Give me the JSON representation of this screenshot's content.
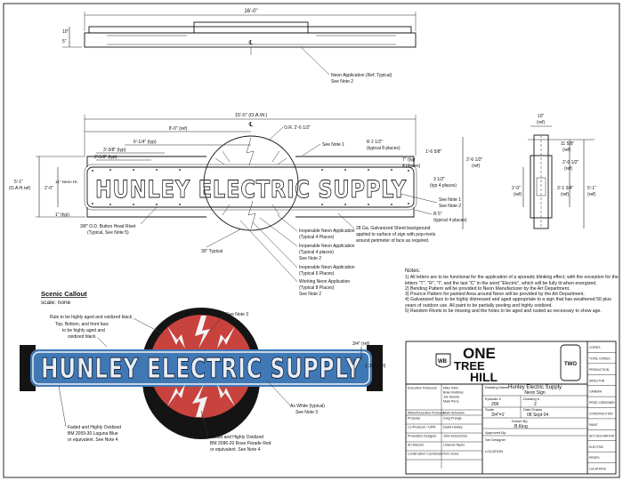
{
  "top_view": {
    "overall": "16'-0\"",
    "left_dim1": "10\"",
    "left_dim2": "5\"",
    "note": "Neon Application (Ref, Typical)",
    "see": "See Note 2"
  },
  "front_view": {
    "oaw": "15'-0\" (O.A.W.)",
    "d8": "8'-0\" (ref)",
    "d614": "6'-1/4\" (typ)",
    "d338": "3'-3/8\" (typ)",
    "d258": "2'-5/8\" (typ)",
    "od": "O.R. 2'-6 1/2\"",
    "see_note1": "See Note 1",
    "r212": "R 2 1/2\"",
    "r212b": "(typical 8 places)",
    "d158": "1'-6 5/8\"",
    "d7": "7\" (typ",
    "d7b": "4 places)",
    "d2612": "2'-6 1/2\"",
    "d2612b": "(ref)",
    "d312": "3 1/2\"",
    "d312b": "(typ 4 places)",
    "left_oh": "5'-1\"",
    "left_oh2": "(O.A.H.ref)",
    "neon_ht": "2'-0\"",
    "neon_ht2": "11\" Neon Ht.",
    "d1": "1\" (typ)",
    "rivet": "3/8\" O.D. Button Head Rivet",
    "rivet2": "(Typical, See Note 5)",
    "note1a": "See Note 1",
    "note1b": "See Note 2",
    "r5": "R 5\"",
    "r5b": "(typical 4 places)",
    "galv": "28 Ga. Galvanized Sheet background",
    "galv2": "applied to surface of sign with pop-rivets",
    "galv3": "around perimeter of face as required.",
    "inop1": "Inoperable Neon Application",
    "inop1b": "(Typical 4 Places)",
    "inop2": "Inoperable Neon Application",
    "inop2b": "(Typical 4 places)",
    "inop2c": "See Note 2",
    "inop3": "Inoperable Neon Application",
    "inop3b": "(Typical 6 Places)",
    "work": "Working Neon Application",
    "work2": "(Typical 8 Places)",
    "work3": "See Note 2",
    "d30": "30\" Typical",
    "sign_text": "HUNLEY ELECTRIC SUPPLY"
  },
  "side_view": {
    "d10": "10\"",
    "d10b": "(ref)",
    "d1158": "11 5/8\"",
    "d1158b": "(ref)",
    "d2612": "2'-6 1/2\"",
    "d2612b": "(ref)",
    "d20": "2'-0\"",
    "d20b": "(ref)",
    "d3134": "3'-1 3/4\"",
    "d3134b": "(ref)",
    "d51": "5'-1\"",
    "d51b": "(ref)"
  },
  "callout": {
    "title": "Scenic Callout",
    "scale": "scale: none",
    "rule": "Rule to be highly aged and oxidized black",
    "see3": "See Note 3",
    "top": "Top, Bottom, and front face",
    "top2": "to be highly aged and",
    "top3": "oxidized black.",
    "d34": "3/4\" (ref)",
    "d138": "1 3/8\" (ref)",
    "white": "As White (typical)",
    "white2": "See Note 3",
    "faded1": "Faded and Highly Oxidized",
    "faded1b": "BM 2059-30 Laguna Blue",
    "faded1c": "or equivalent. See Note 4",
    "faded2": "Faded and Highly Oxidized",
    "faded2b": "BM 2086-20 Rose Parade Red",
    "faded2c": "or equivalent. See Note 4",
    "sign_text": "HUNLEY ELECTRIC SUPPLY",
    "colors": {
      "blue": "#3f78b5",
      "red": "#c8423e",
      "black": "#141414",
      "white": "#f3f3f3"
    }
  },
  "notes": {
    "title": "Notes:",
    "items": [
      "1) All letters are to be functional for the application of a sporadic blinking effect, with the exception for the letters \"T\", \"R\", \"I\", and the last \"C\" in the word \"Electric\", which will be fully lit when energized.",
      "2) Bending Pattern will be provided to Neon Manufacturer by the Art Department.",
      "3) Pounce Pattern for painted Area around Neon will be provided by the Art Department.",
      "4) Galvanized face to be highly distressed and aged appropriate to a sign that has weathered 50 plus years of outdoor use. All paint to be partially peeling and highly oxidized.",
      "5) Random Rivets to be missing and the holes to be aged and rusted as necessary to show age."
    ]
  },
  "title_block": {
    "logo1": "ONE",
    "logo2": "TREE",
    "logo3": "HILL",
    "logo_wb": "WB",
    "logo_num": "TWO",
    "side_labels": [
      "COPIES",
      "TOTAL COPIES",
      "PRODUCTION",
      "DIRECTOR",
      "CAMERA",
      "PROD. DESIGNER",
      "CONSTRUCTION",
      "PAINT",
      "SET DECORATOR",
      "ELECTRIC",
      "PROPS",
      "LOCATIONS"
    ],
    "rows": [
      {
        "k": "Executive Producers",
        "v": "Mike Tollin\nBrian Robbins\nJoe Davola\nMark Perry"
      },
      {
        "k": "Writer/Executive Producer",
        "v": "Mark Schwahn"
      },
      {
        "k": "Producer",
        "v": "Greg Prange"
      },
      {
        "k": "Co-Producer / UPM",
        "v": "David Hartley"
      },
      {
        "k": "Production Designer",
        "v": "John Kretschmer"
      },
      {
        "k": "Art Director",
        "v": "Linwood Taylor"
      },
      {
        "k": "Construction Coordinator",
        "v": "Tom Jones"
      }
    ],
    "drawing_name_k": "Drawing Name",
    "drawing_name": "Hunley Electric Supply",
    "drawing_name2": "Neon Sign",
    "episode_k": "Episode #",
    "episode": "206",
    "drawing_k": "Drawing #",
    "drawing": "2",
    "scale_k": "Scale",
    "scale": "3/4\"=1'",
    "date_k": "Date Drawn",
    "date": "08 Sept 04",
    "drawn_k": "Drawn By:",
    "drawn": "B.King",
    "approved_k": "Approved By:",
    "set_k": "Set Designer",
    "location_k": "LOCATION"
  }
}
